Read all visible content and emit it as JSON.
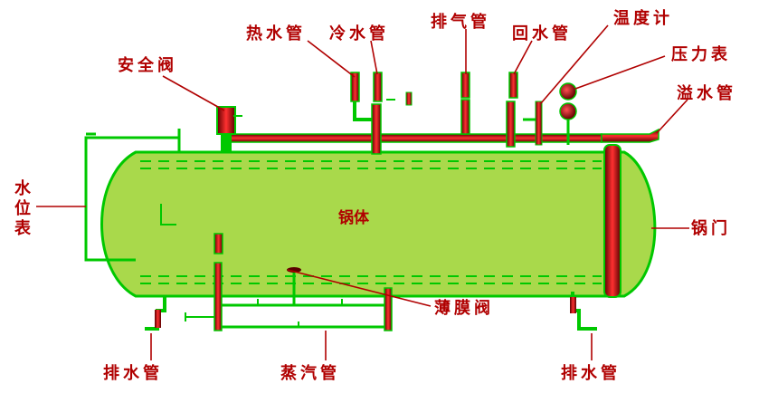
{
  "labels": {
    "hot_water_pipe": "热水管",
    "cold_water_pipe": "冷水管",
    "exhaust_pipe": "排气管",
    "return_water_pipe": "回水管",
    "thermometer": "温度计",
    "pressure_gauge": "压力表",
    "overflow_pipe": "溢水管",
    "safety_valve": "安全阀",
    "water_level_gauge_1": "水",
    "water_level_gauge_2": "位",
    "water_level_gauge_3": "表",
    "boiler_body": "锅体",
    "boiler_door": "锅门",
    "diaphragm_valve": "薄膜阀",
    "drain_pipe_left": "排水管",
    "steam_pipe": "蒸汽管",
    "drain_pipe_right": "排水管"
  },
  "colors": {
    "tank_fill": "#a9d94b",
    "outline": "#00c800",
    "pipe_dark": "#5a0000",
    "pipe_light": "#ff3030",
    "label": "#b00000"
  }
}
